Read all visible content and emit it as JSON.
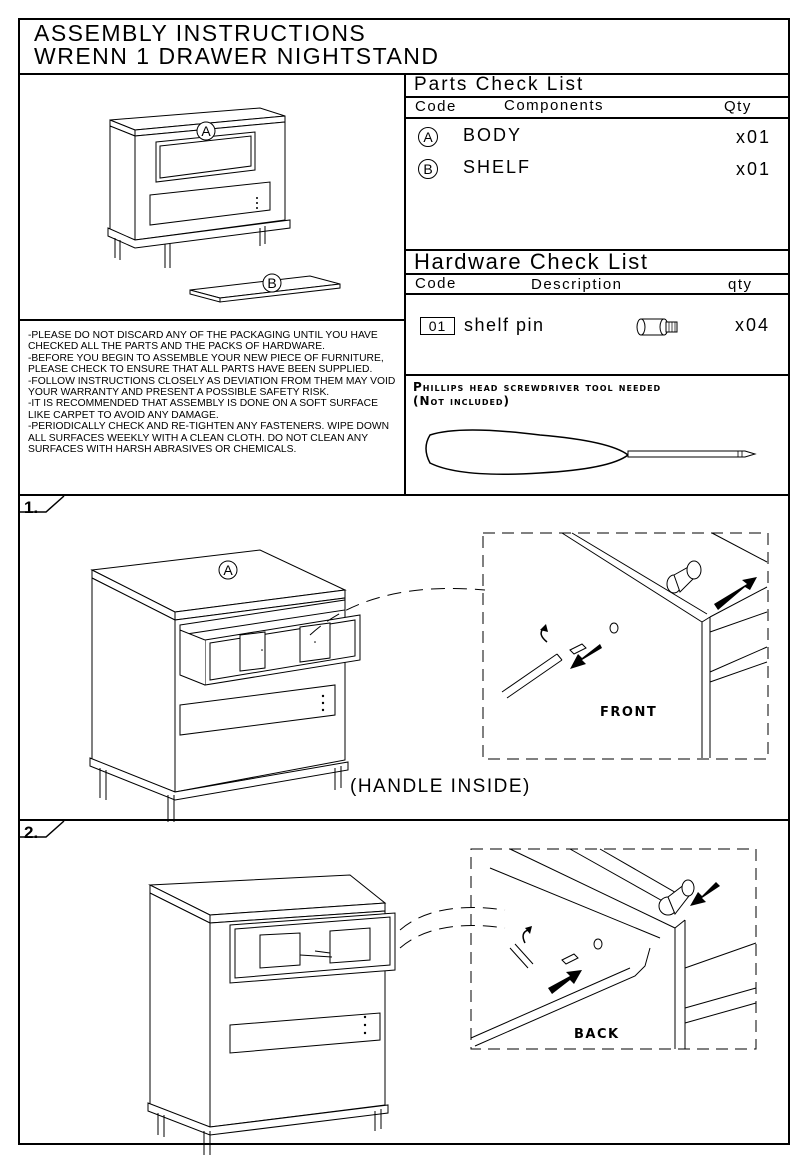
{
  "title": {
    "line1": "ASSEMBLY INSTRUCTIONS",
    "line2": "WRENN 1 DRAWER NIGHTSTAND"
  },
  "parts": {
    "heading": "Parts Check List",
    "col_code": "Code",
    "col_components": "Components",
    "col_qty": "Qty",
    "items": [
      {
        "code": "A",
        "name": "BODY",
        "qty": "x01"
      },
      {
        "code": "B",
        "name": "SHELF",
        "qty": "x01"
      }
    ]
  },
  "hardware": {
    "heading": "Hardware Check List",
    "col_code": "Code",
    "col_description": "Description",
    "col_qty": "qty",
    "items": [
      {
        "code": "01",
        "description": "shelf pin",
        "qty": "x04",
        "icon": "shelf-pin-icon"
      }
    ]
  },
  "tool": {
    "line1": "Phillips head screwdriver tool needed",
    "line2": "(Not included)",
    "icon": "screwdriver-icon"
  },
  "diagram_labels": {
    "body": "A",
    "shelf": "B"
  },
  "notes": [
    "-PLEASE DO NOT DISCARD ANY OF THE PACKAGING UNTIL YOU HAVE CHECKED ALL THE PARTS AND THE  PACKS OF HARDWARE.",
    "-BEFORE YOU BEGIN TO ASSEMBLE YOUR NEW PIECE OF FURNITURE, PLEASE CHECK TO ENSURE THAT ALL PARTS HAVE BEEN SUPPLIED.",
    "-FOLLOW INSTRUCTIONS CLOSELY AS DEVIATION FROM THEM MAY VOID YOUR WARRANTY AND PRESENT A POSSIBLE SAFETY RISK.",
    "-IT IS RECOMMENDED THAT ASSEMBLY IS DONE ON A SOFT SURFACE LIKE CARPET TO AVOID ANY DAMAGE.",
    "-PERIODICALLY CHECK AND RE-TIGHTEN ANY FASTENERS. WIPE DOWN ALL SURFACES WEEKLY WITH A CLEAN CLOTH. DO NOT CLEAN ANY SURFACES WITH HARSH ABRASIVES OR CHEMICALS."
  ],
  "steps": [
    {
      "number": "1.",
      "body_label": "A",
      "caption": "(HANDLE INSIDE)",
      "detail_label": "FRONT"
    },
    {
      "number": "2.",
      "detail_label": "BACK"
    }
  ]
}
